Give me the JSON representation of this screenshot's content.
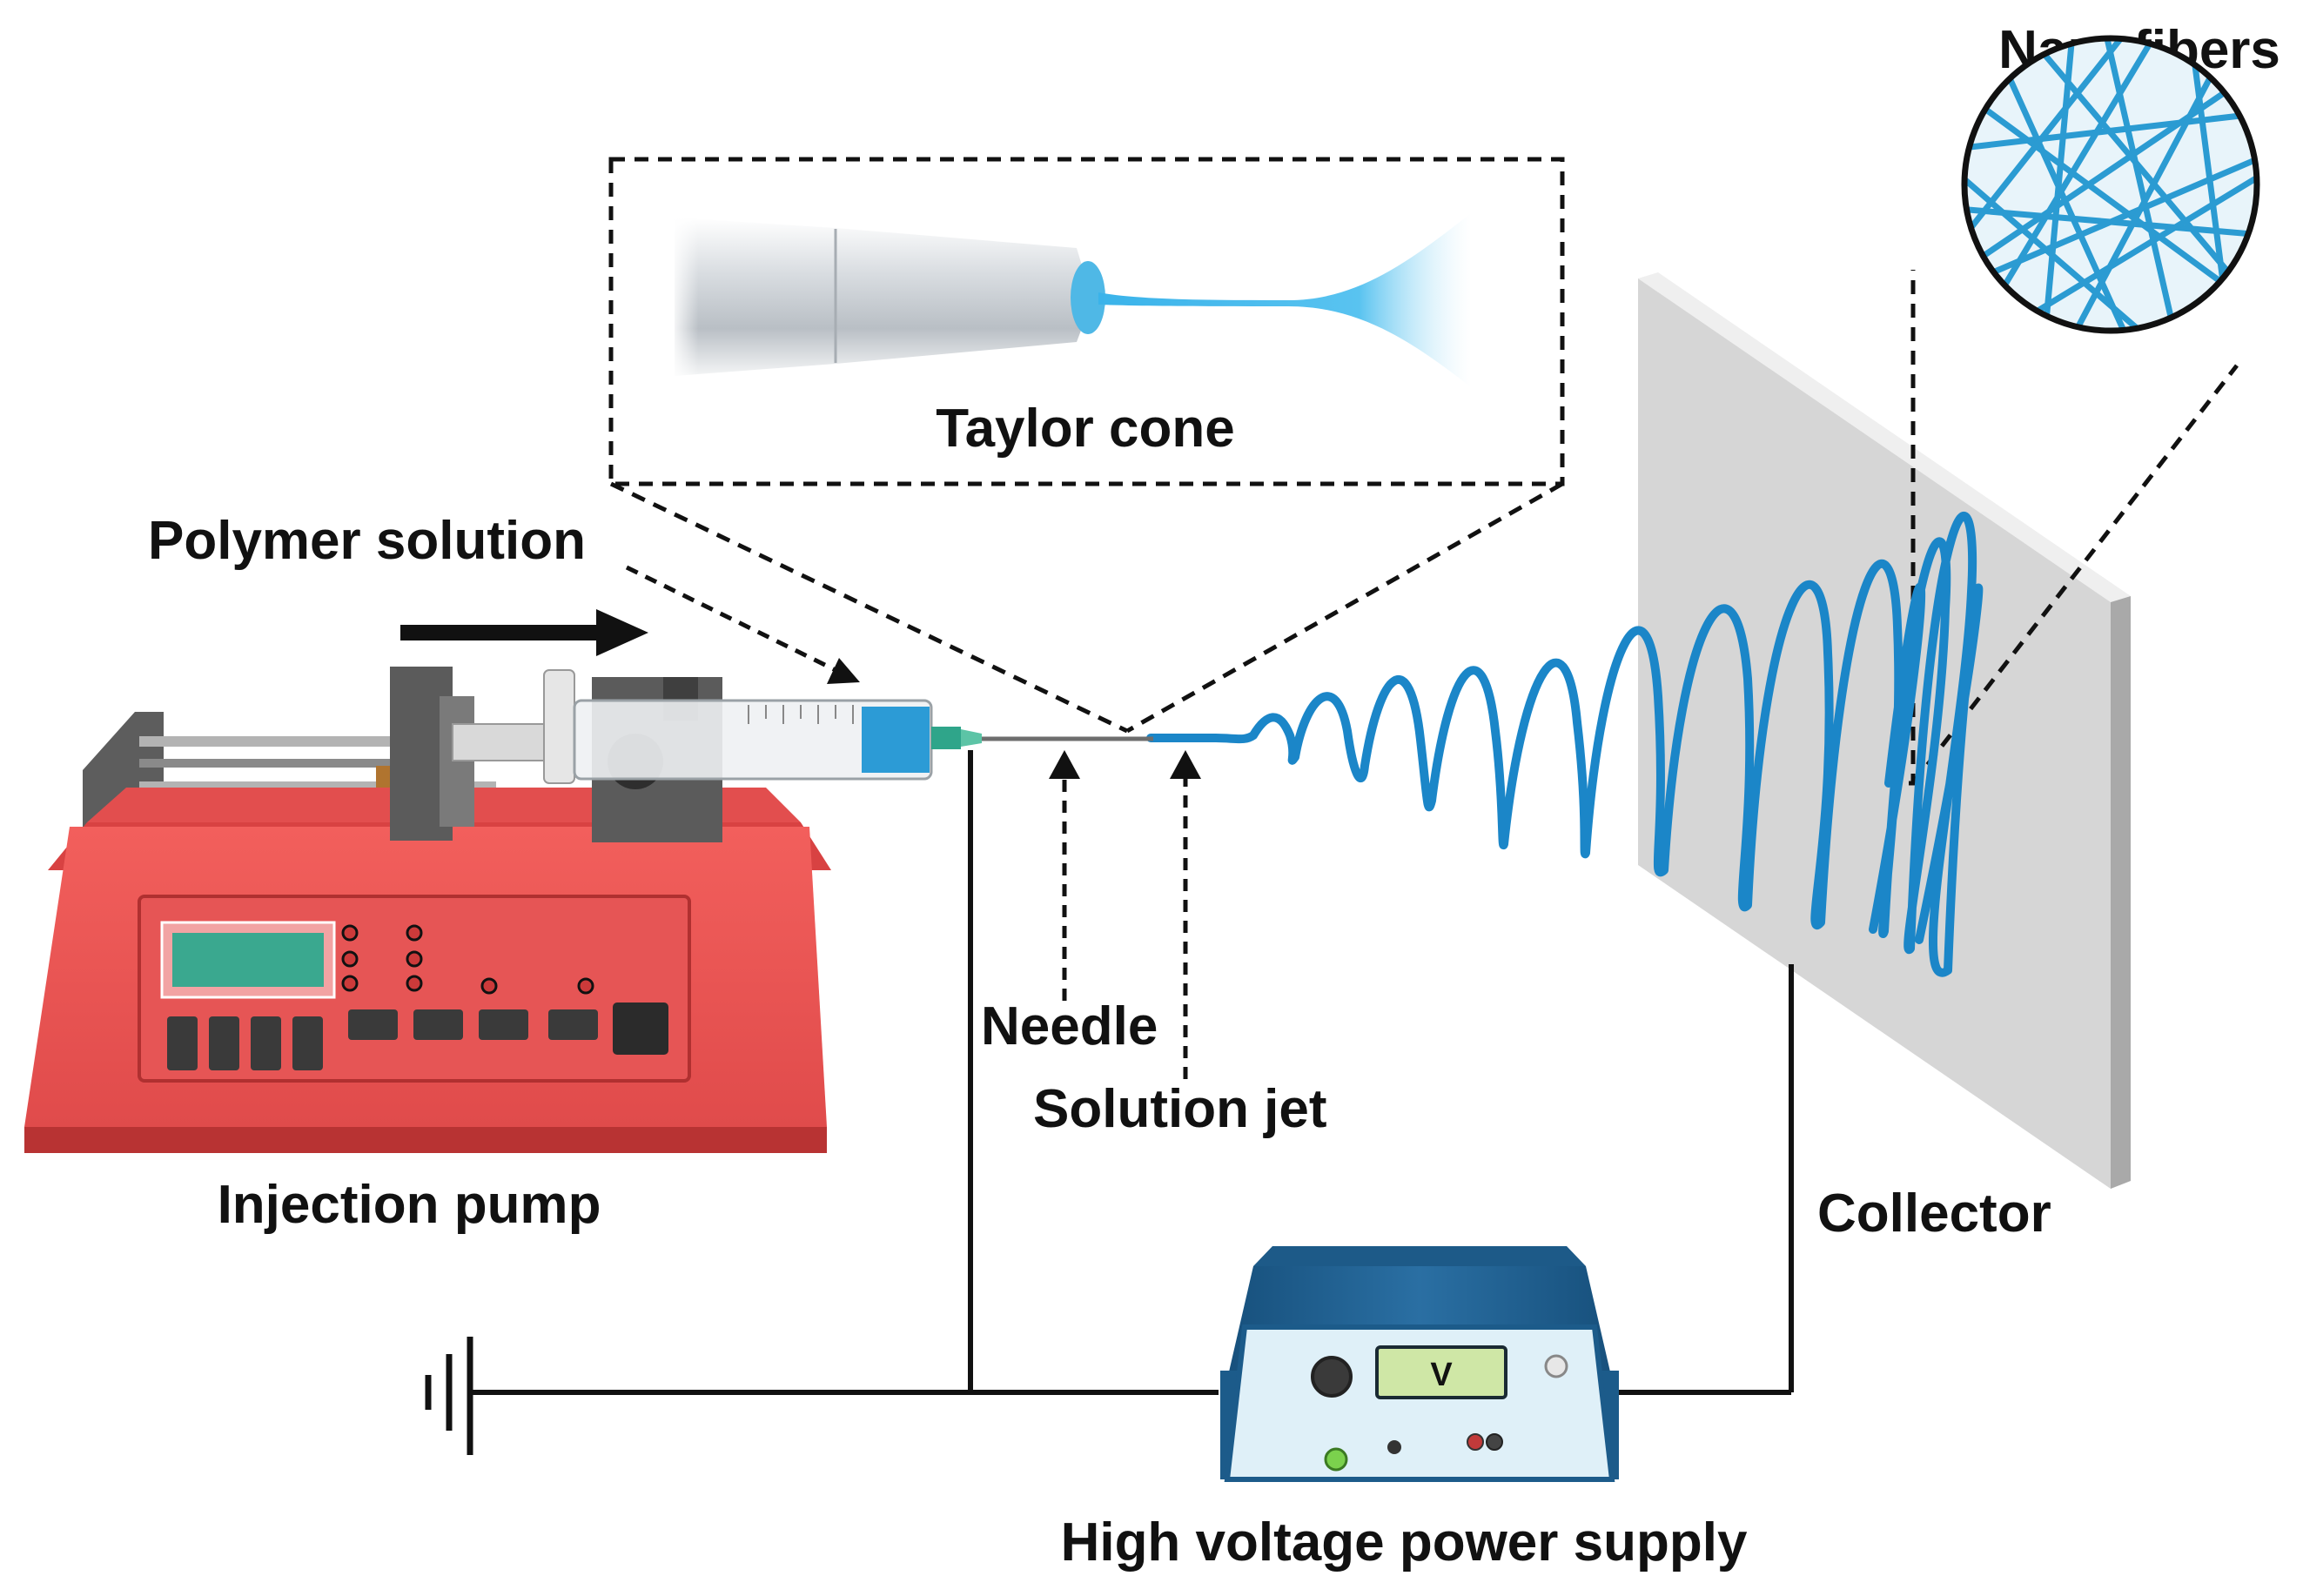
{
  "labels": {
    "nanofibers": "Nanofibers",
    "taylor_cone": "Taylor cone",
    "polymer_solution": "Polymer solution",
    "needle": "Needle",
    "solution_jet": "Solution jet",
    "injection_pump": "Injection pump",
    "collector": "Collector",
    "power_supply": "High voltage power supply",
    "voltmeter": "V"
  },
  "colors": {
    "pump_red": "#e04b4b",
    "pump_red_light": "#f25f5c",
    "pump_red_dark": "#b83333",
    "jet_blue": "#1b86c8",
    "fiber_blue": "#2b9bd2",
    "fiber_bg": "#e8f4fa",
    "power_blue": "#1f5f8f",
    "power_panel": "#dff0f8",
    "collector_gray": "#d6d6d6",
    "lcd_green": "#3aa88f",
    "wire": "#111111"
  },
  "icons": [
    "ground-icon",
    "arrow-right-icon",
    "voltmeter-icon"
  ]
}
